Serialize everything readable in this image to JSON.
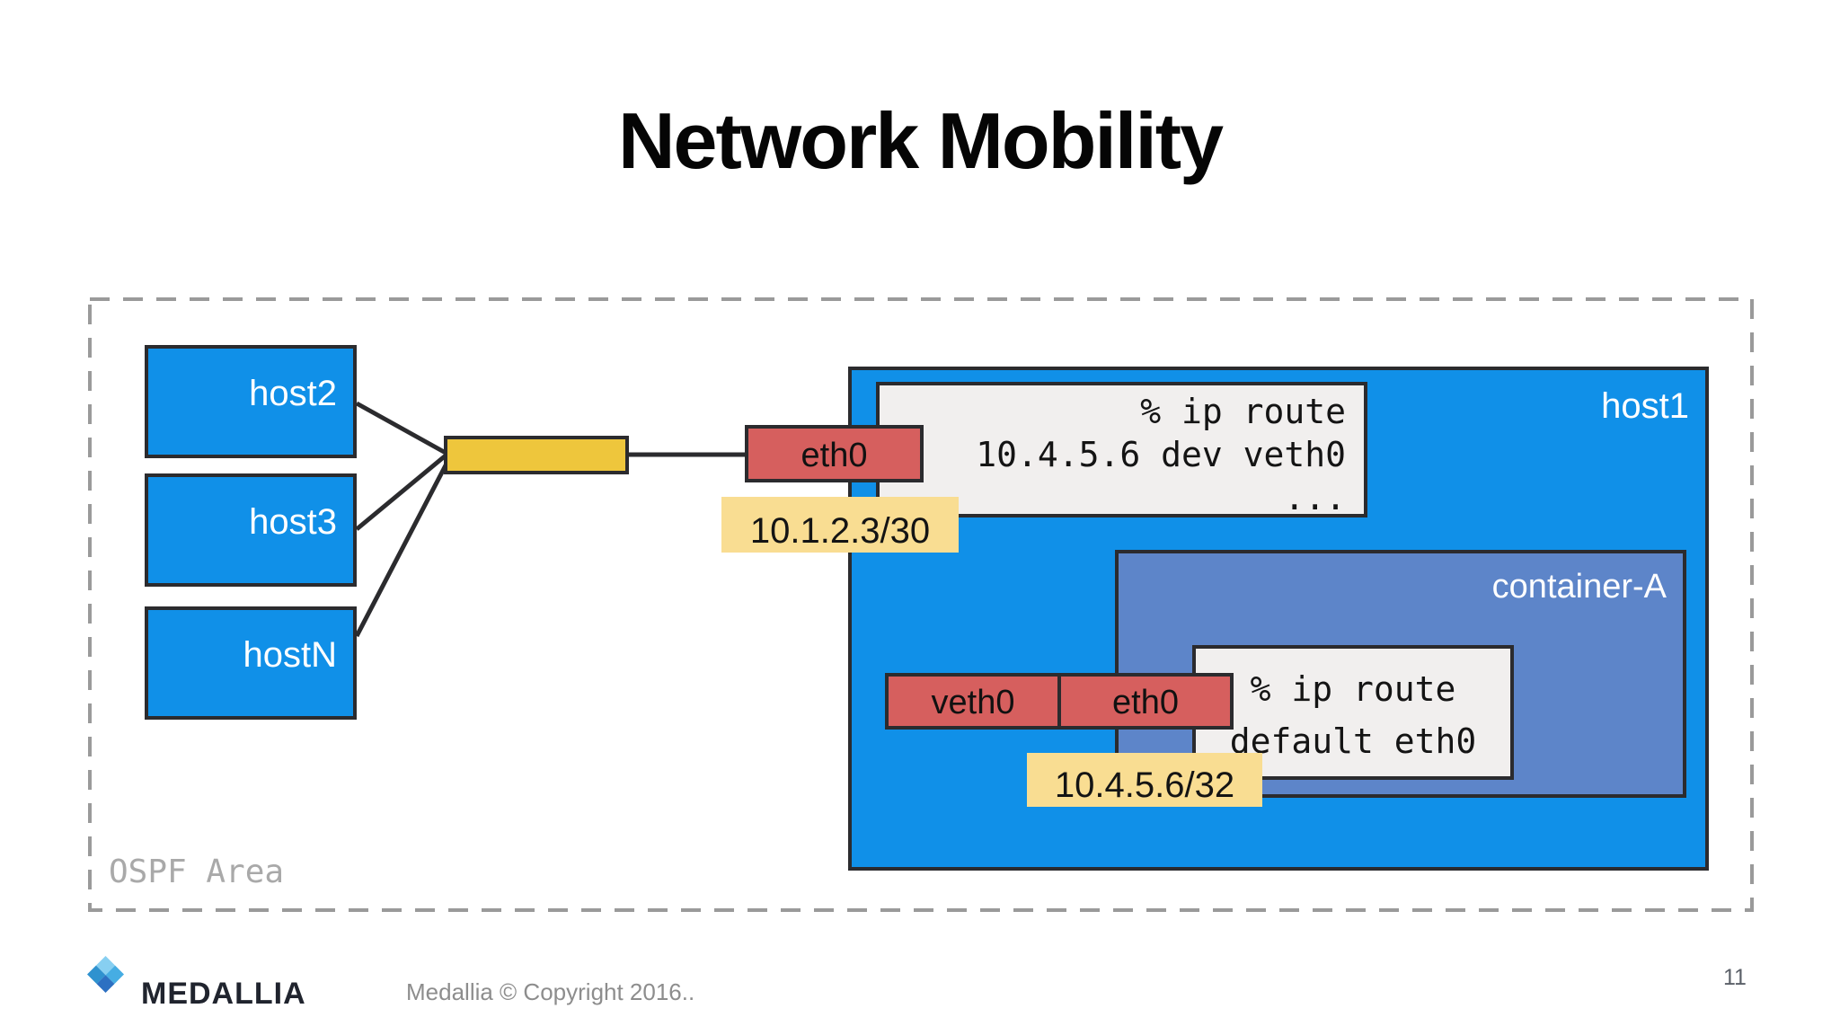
{
  "slide": {
    "title": "Network Mobility",
    "page_number": "11",
    "footer": {
      "brand": "MEDALLIA",
      "copyright": "Medallia © Copyright 2016..",
      "logo_icon": "medallia-diamond-icon"
    },
    "diagram": {
      "area_label": "OSPF Area",
      "hosts": [
        "host2",
        "host3",
        "hostN"
      ],
      "switch": {
        "shape": "gold-bar",
        "color": "#eec63c"
      },
      "host1": {
        "label": "host1",
        "eth0_label": "eth0",
        "ip_label": "10.1.2.3/30",
        "route_box": [
          "% ip route",
          "10.4.5.6 dev veth0",
          "..."
        ],
        "container": {
          "label": "container-A",
          "veth0_label": "veth0",
          "eth0_label": "eth0",
          "ip_label": "10.4.5.6/32",
          "route_box": [
            "% ip route",
            "default eth0"
          ]
        }
      },
      "colors": {
        "host_blue": "#1090e8",
        "container_blue": "#5d85c9",
        "interface_red": "#d65f5e",
        "switch_gold": "#eec63c",
        "ip_label_yellow": "#f9dd92",
        "code_box_bg": "#f1efee",
        "outline_dark": "#2b2b2e",
        "dashed_border_gray": "#9a9a9a"
      }
    }
  }
}
